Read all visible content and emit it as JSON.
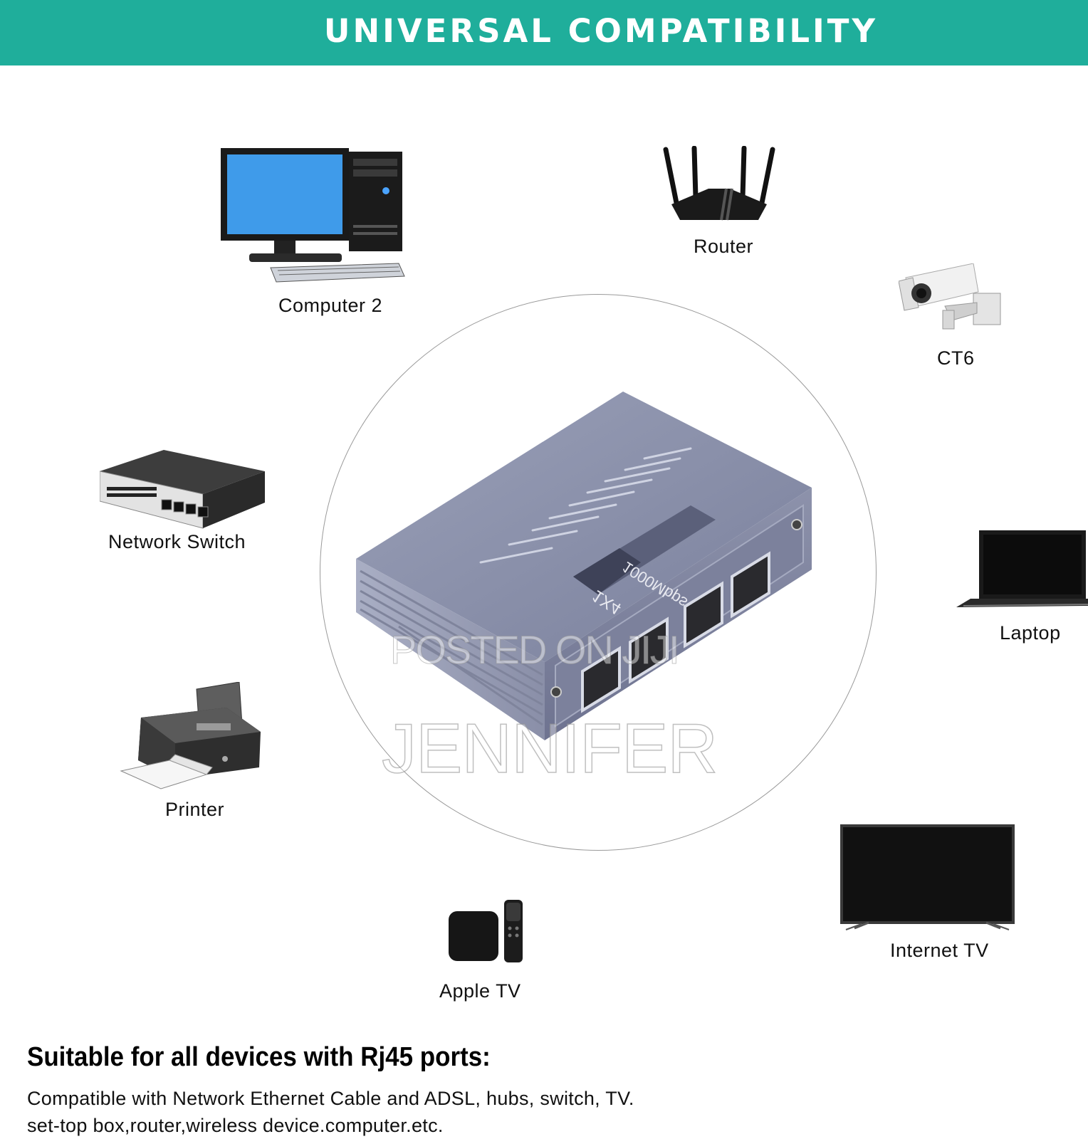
{
  "header": {
    "title": "UNIVERSAL COMPATIBILITY",
    "bg_color": "#1fae9b"
  },
  "center_product": {
    "port_label": "1000Mbps",
    "model_label": "1X4",
    "watermark_line1": "POSTED ON JIJI",
    "watermark_line2": "JENNIFER"
  },
  "devices": [
    {
      "id": "computer",
      "label": "Computer 2",
      "icon": "desktop-computer-icon"
    },
    {
      "id": "router",
      "label": "Router",
      "icon": "router-icon"
    },
    {
      "id": "cctv",
      "label": "CT6",
      "icon": "cctv-camera-icon"
    },
    {
      "id": "switch",
      "label": "Network Switch",
      "icon": "network-switch-icon"
    },
    {
      "id": "laptop",
      "label": "Laptop",
      "icon": "laptop-icon"
    },
    {
      "id": "printer",
      "label": "Printer",
      "icon": "printer-icon"
    },
    {
      "id": "appletv",
      "label": "Apple TV",
      "icon": "apple-tv-icon"
    },
    {
      "id": "tv",
      "label": "Internet TV",
      "icon": "internet-tv-icon"
    }
  ],
  "footer": {
    "title": "Suitable for all devices with Rj45 ports:",
    "line1": "Compatible with Network Ethernet Cable and ADSL, hubs, switch, TV.",
    "line2": "set-top box,router,wireless device.computer.etc."
  }
}
